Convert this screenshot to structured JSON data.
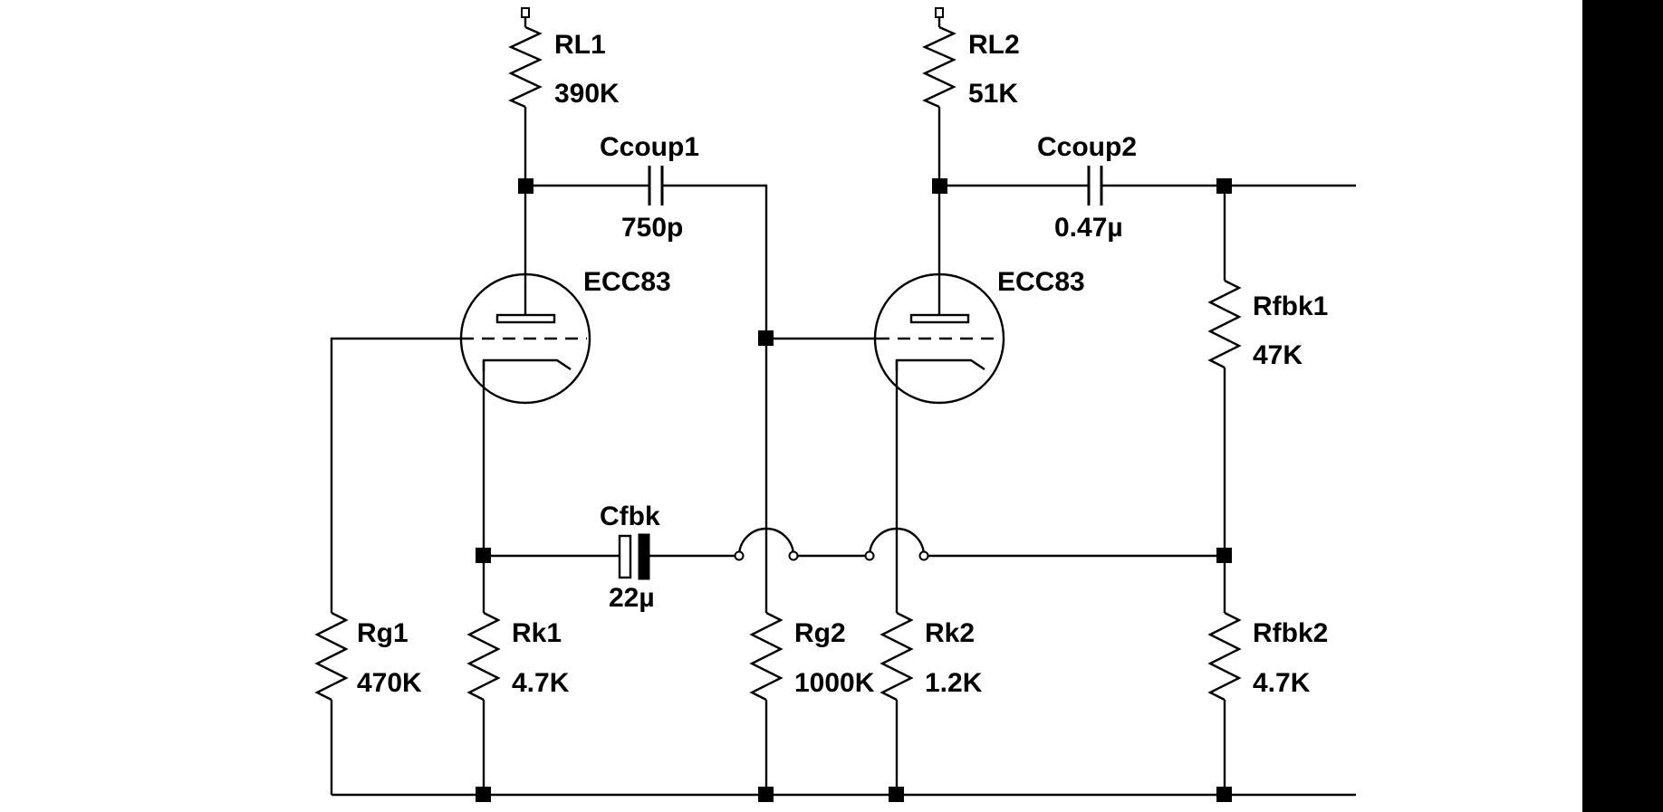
{
  "schematic": {
    "components": {
      "rl1": {
        "name": "RL1",
        "value": "390K"
      },
      "rl2": {
        "name": "RL2",
        "value": "51K"
      },
      "ccoup1": {
        "name": "Ccoup1",
        "value": "750p"
      },
      "ccoup2": {
        "name": "Ccoup2",
        "value": "0.47µ"
      },
      "tube1": {
        "name": "ECC83"
      },
      "tube2": {
        "name": "ECC83"
      },
      "rfbk1": {
        "name": "Rfbk1",
        "value": "47K"
      },
      "rfbk2": {
        "name": "Rfbk2",
        "value": "4.7K"
      },
      "cfbk": {
        "name": "Cfbk",
        "value": "22µ"
      },
      "rg1": {
        "name": "Rg1",
        "value": "470K"
      },
      "rk1": {
        "name": "Rk1",
        "value": "4.7K"
      },
      "rg2": {
        "name": "Rg2",
        "value": "1000K"
      },
      "rk2": {
        "name": "Rk2",
        "value": "1.2K"
      }
    }
  },
  "colors": {
    "ink": "#000000",
    "background": "#ffffff",
    "edge_bar": "#000000"
  }
}
